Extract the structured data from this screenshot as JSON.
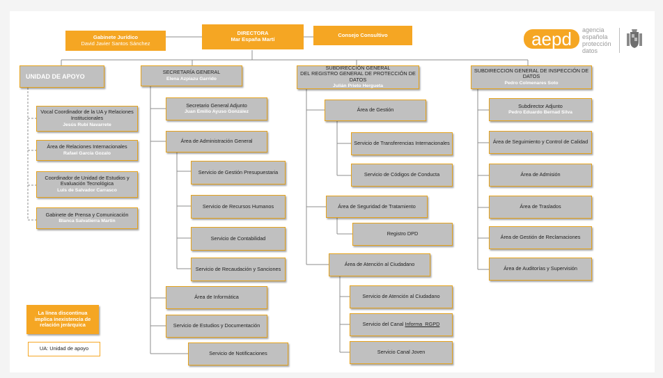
{
  "top": {
    "directora": {
      "title": "DIRECTORA",
      "name": "Mar España Martí"
    },
    "gabinete": {
      "title": "Gabinete Jurídico",
      "name": "David Javier Santos Sánchez"
    },
    "consejo": {
      "title": "Consejo Consultivo"
    }
  },
  "logo": {
    "mark": "aepd",
    "lines": [
      "agencia",
      "española",
      "protección",
      "datos"
    ]
  },
  "apoyo": {
    "header": "UNIDAD DE APOYO",
    "items": [
      {
        "title": "Vocal Coordinador de la UA y Relaciones Institucionales",
        "name": "Jesús Rubí Navarrete"
      },
      {
        "title": "Área de Relaciones Internacionales",
        "name": "Rafael García Gozalo"
      },
      {
        "title": "Coordinador de Unidad de Estudios y Evaluación Tecnológica",
        "name": "Luis de Salvador Carrasco"
      },
      {
        "title": "Gabinete de Prensa y Comunicación",
        "name": "Blanca Salvatierra Martín"
      }
    ]
  },
  "secretaria": {
    "header": {
      "title": "SECRETARÍA GENERAL",
      "name": "Elena Azpiazu Garrido"
    },
    "adjunto": {
      "title": "Secretario General Adjunto",
      "name": "Juan Emilio Ayuso González"
    },
    "admin": {
      "title": "Área de Administración General"
    },
    "admin_items": [
      "Servicio de Gestión Presupuestaria",
      "Servicio de Recursos Humanos",
      "Servicio de Contabilidad",
      "Servicio de Recaudación y Sanciones"
    ],
    "others": [
      "Área de Informática",
      "Servicio de Estudios y Documentación",
      "Servicio de Notificaciones"
    ]
  },
  "registro": {
    "header": {
      "title1": "SUBDIRECCIÓN GENERAL",
      "title2": "DEL REGISTRO GENERAL DE PROTECCIÓN DE DATOS",
      "name": "Julián Prieto Hergueta"
    },
    "gestion": "Área de Gestión",
    "gestion_items": [
      "Servicio de Transferencias Internacionales",
      "Servicio de Códigos de Conducta"
    ],
    "seguridad": "Área de Seguridad de Tratamiento",
    "seguridad_items": [
      "Registro DPD"
    ],
    "atencion": "Área de Atención al Ciudadano",
    "atencion_items": [
      {
        "text": "Servicio de Atención al Ciudadano"
      },
      {
        "text": "Servicio del Canal ",
        "link": "Informa_RGPD"
      },
      {
        "text": "Servicio Canal Joven"
      }
    ]
  },
  "inspeccion": {
    "header": {
      "title": "SUBDIRECCION GENERAL DE INSPECCIÓN DE DATOS",
      "name": "Pedro Colmenares Soto"
    },
    "adjunto": {
      "title": "Subdirector Adjunto",
      "name": "Pedro Eduardo Bernad Silva"
    },
    "items": [
      "Área de Seguimiento y Control de Calidad",
      "Área de Admisión",
      "Área de Traslados",
      "Área de Gestión de Reclamaciones",
      "Área de Auditorías y Supervisión"
    ]
  },
  "legend": {
    "note": "La línea discontinua implica inexistencia de relación jerárquica",
    "ua": "UA: Unidad de apoyo"
  },
  "colors": {
    "accent": "#f5a623",
    "box": "#c0c0c0",
    "line": "#8c8c8c"
  }
}
